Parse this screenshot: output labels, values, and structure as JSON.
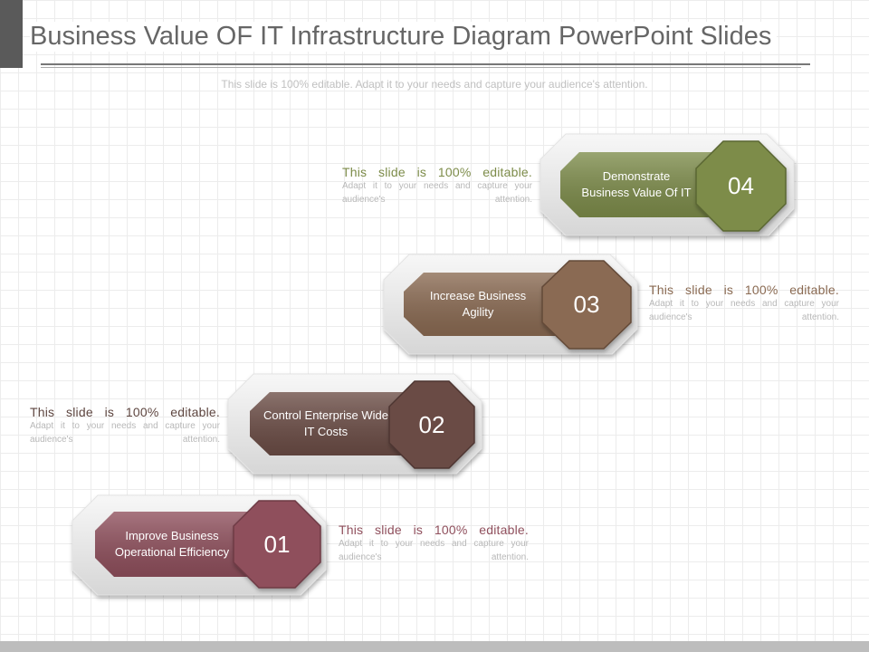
{
  "title": "Business Value OF IT Infrastructure Diagram PowerPoint Slides",
  "subtitle": "This slide is 100% editable. Adapt it to your needs and capture your audience's attention.",
  "steps": [
    {
      "number": "01",
      "label": "Improve Business Operational Efficiency",
      "color": "#8f4f5c",
      "desc_head": "This slide is 100% editable.",
      "desc_body": "Adapt it to your needs and capture your audience's attention.",
      "head_color": "#8f4f5c"
    },
    {
      "number": "02",
      "label": "Control Enterprise Wide IT Costs",
      "color": "#6b4c45",
      "desc_head": "This slide is 100% editable.",
      "desc_body": "Adapt it to your needs and capture your audience's attention.",
      "head_color": "#5e4640"
    },
    {
      "number": "03",
      "label": "Increase Business Agility",
      "color": "#8a6a52",
      "desc_head": "This slide is 100% editable.",
      "desc_body": "Adapt it to your needs and capture your audience's attention.",
      "head_color": "#8a6a52"
    },
    {
      "number": "04",
      "label": "Demonstrate Business Value Of IT",
      "color": "#7d8c4a",
      "desc_head": "This slide is 100% editable.",
      "desc_body": "Adapt it to your needs and capture your audience's attention.",
      "head_color": "#7d8c4a"
    }
  ]
}
